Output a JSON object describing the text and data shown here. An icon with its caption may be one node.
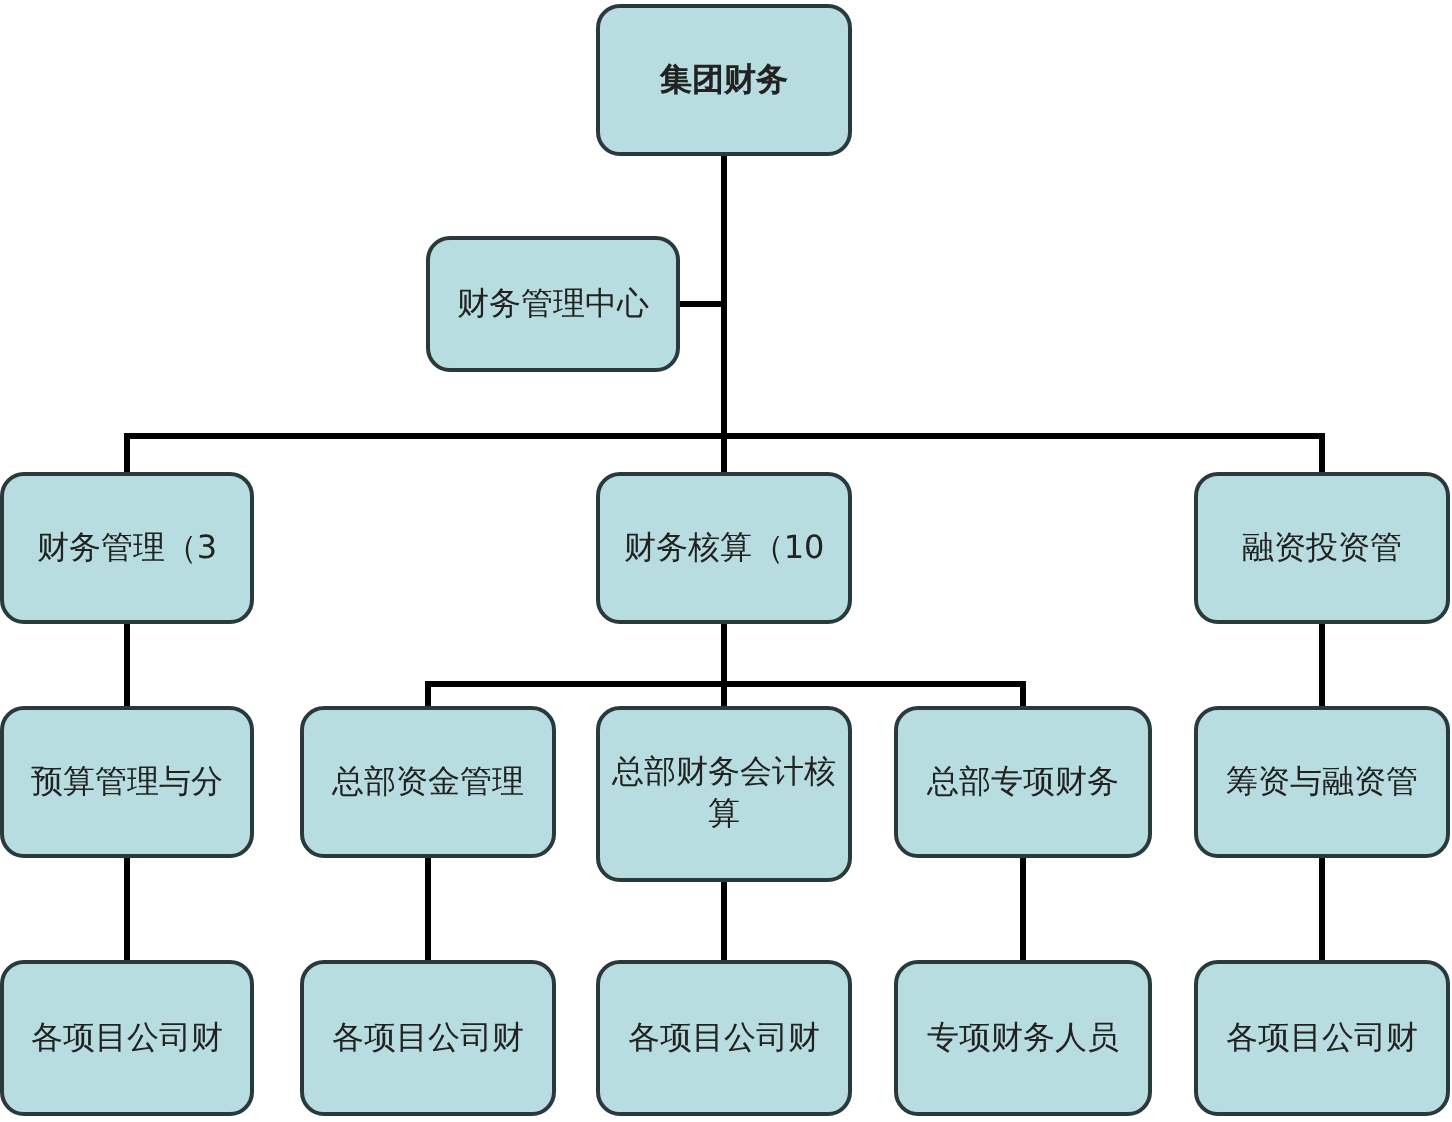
{
  "diagram": {
    "nodes": [
      {
        "text": [
          "集团财务"
        ]
      },
      {
        "text": [
          "财务管理中心"
        ]
      },
      {
        "text": [
          "财务管理（3"
        ]
      },
      {
        "text": [
          "财务核算（10"
        ]
      },
      {
        "text": [
          "融资投资管"
        ]
      },
      {
        "text": [
          "预算管理与分"
        ]
      },
      {
        "text": [
          "总部资金管理"
        ]
      },
      {
        "text": [
          "总部财务会计核算"
        ]
      },
      {
        "text": [
          "总部专项财务"
        ]
      },
      {
        "text": [
          "筹资与融资管"
        ]
      },
      {
        "text": [
          "各项目公司财"
        ]
      },
      {
        "text": [
          "各项目公司财"
        ]
      },
      {
        "text": [
          "各项目公司财"
        ]
      },
      {
        "text": [
          "专项财务人员"
        ]
      },
      {
        "text": [
          "各项目公司财"
        ]
      }
    ],
    "edges": [
      {
        "from": 0,
        "to": 1,
        "arrow": "none"
      },
      {
        "from": 0,
        "to": 2,
        "arrow": "none"
      },
      {
        "from": 0,
        "to": 3,
        "arrow": "none"
      },
      {
        "from": 0,
        "to": 4,
        "arrow": "none"
      },
      {
        "from": 2,
        "to": 5,
        "arrow": "none"
      },
      {
        "from": 3,
        "to": 6,
        "arrow": "none"
      },
      {
        "from": 3,
        "to": 7,
        "arrow": "none"
      },
      {
        "from": 3,
        "to": 8,
        "arrow": "none"
      },
      {
        "from": 4,
        "to": 9,
        "arrow": "none"
      },
      {
        "from": 5,
        "to": 10,
        "arrow": "none"
      },
      {
        "from": 6,
        "to": 11,
        "arrow": "none"
      },
      {
        "from": 7,
        "to": 12,
        "arrow": "none"
      },
      {
        "from": 8,
        "to": 13,
        "arrow": "none"
      },
      {
        "from": 9,
        "to": 14,
        "arrow": "none"
      }
    ]
  }
}
